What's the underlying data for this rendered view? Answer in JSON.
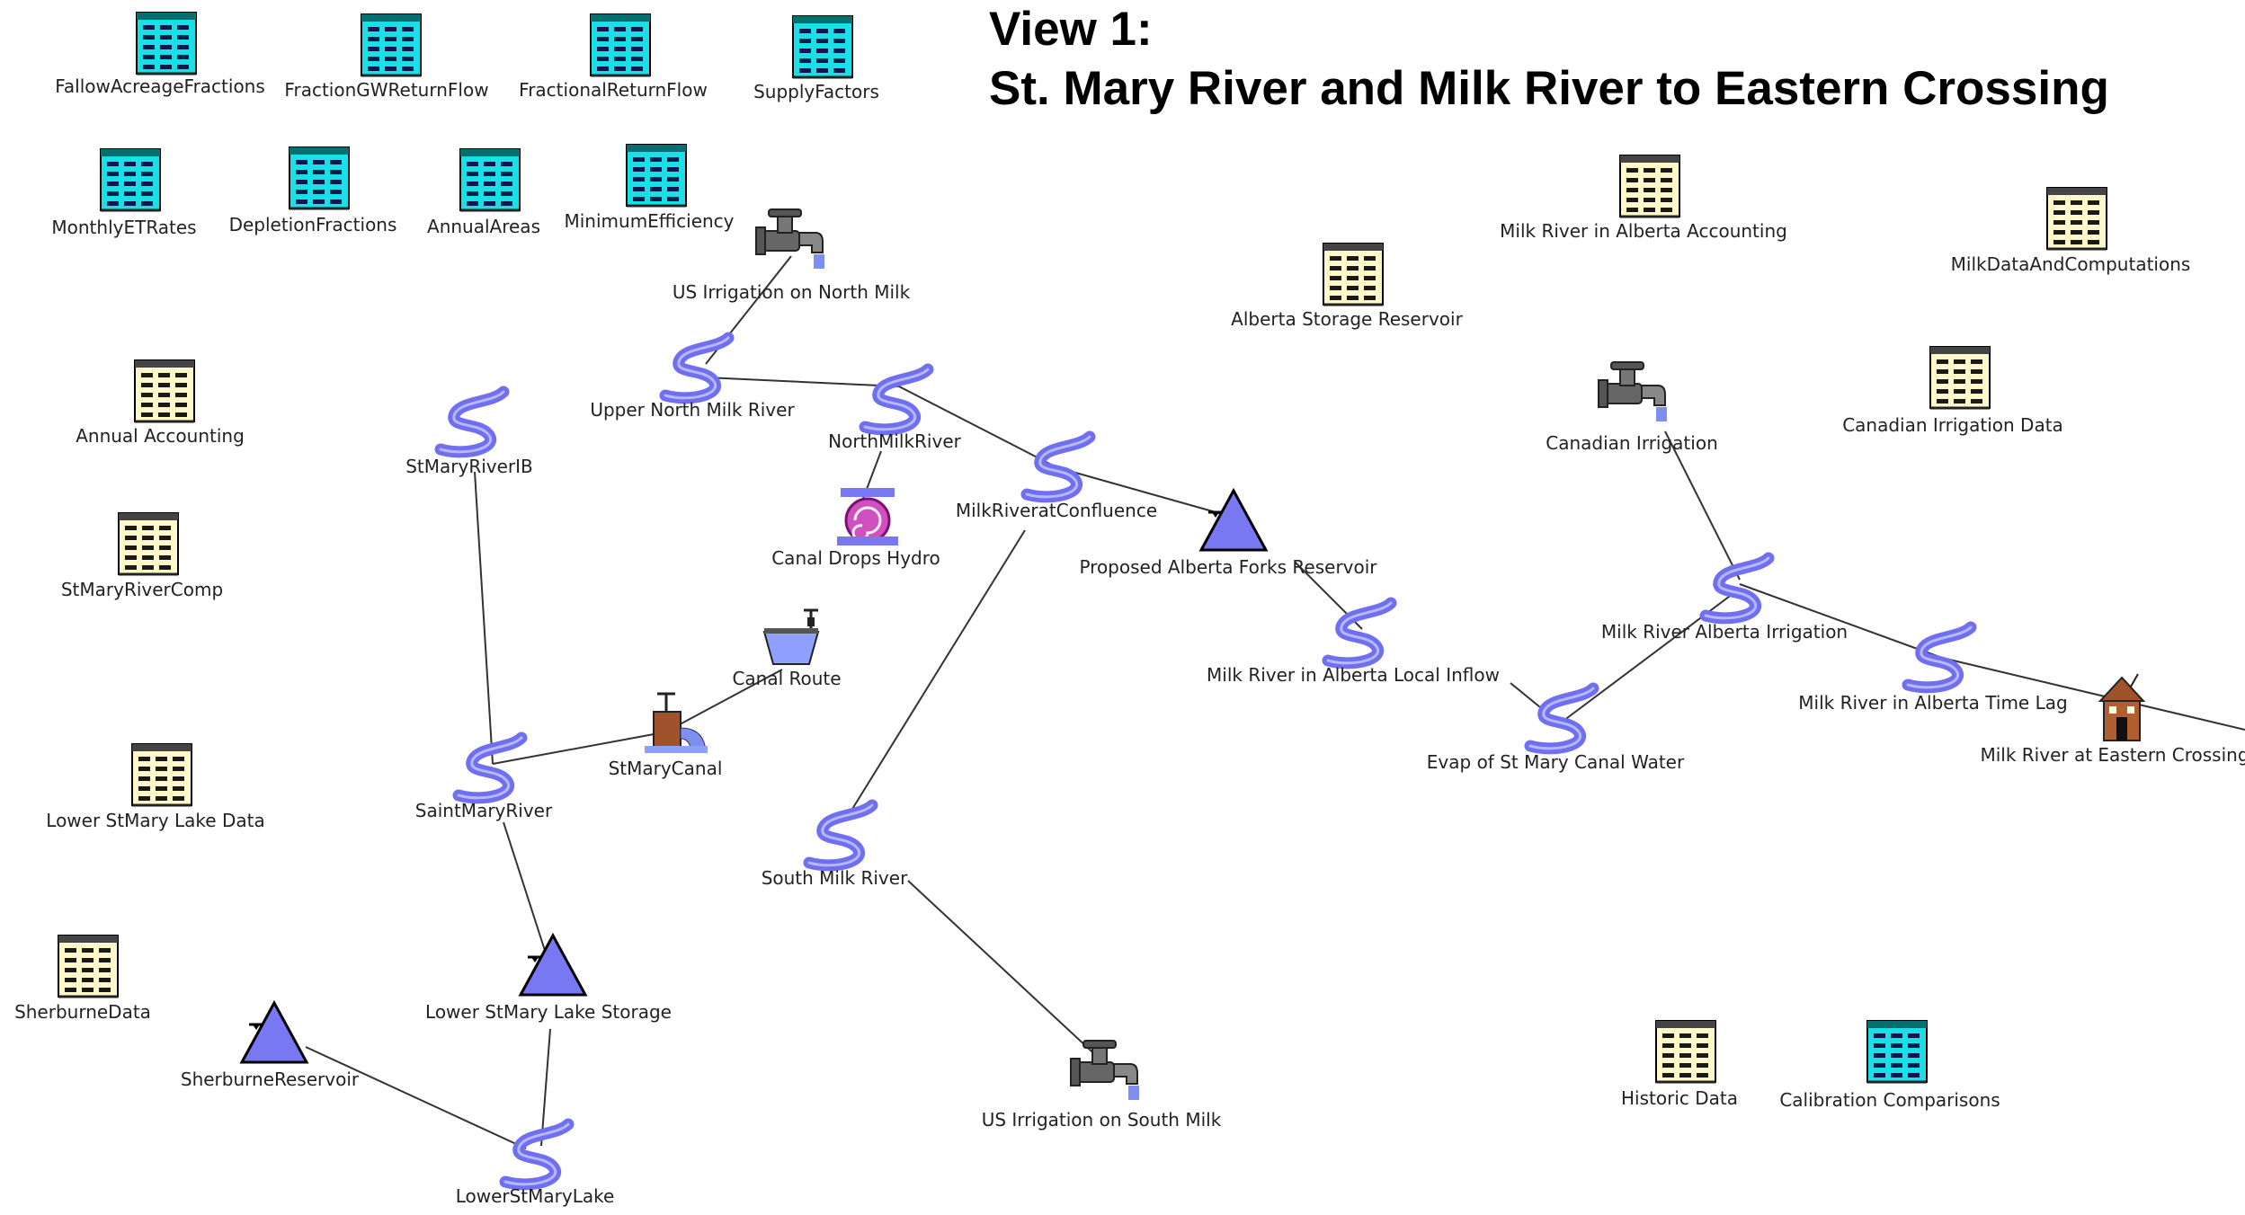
{
  "view": {
    "line1": "View 1:",
    "line2": "St. Mary River and Milk River to Eastern Crossing"
  },
  "colors": {
    "data_cyan": "#18e0e6",
    "data_yellow": "#fff8c8",
    "reach_blue": "#6f6ff0",
    "reservoir_blue": "#7878f2",
    "hydro_pink": "#d050c0",
    "gauge_brown": "#a0522d"
  },
  "nodes": {
    "fallow_acreage_fractions": {
      "label": "FallowAcreageFractions",
      "icon": "data-table-icon-cyan"
    },
    "fraction_gw_return_flow": {
      "label": "FractionGWReturnFlow",
      "icon": "data-table-icon-cyan"
    },
    "fractional_return_flow": {
      "label": "FractionalReturnFlow",
      "icon": "data-table-icon-cyan"
    },
    "supply_factors": {
      "label": "SupplyFactors",
      "icon": "data-table-icon-cyan"
    },
    "monthly_et_rates": {
      "label": "MonthlyETRates",
      "icon": "data-table-icon-cyan"
    },
    "depletion_fractions": {
      "label": "DepletionFractions",
      "icon": "data-table-icon-cyan"
    },
    "annual_areas": {
      "label": "AnnualAreas",
      "icon": "data-table-icon-cyan"
    },
    "minimum_efficiency": {
      "label": "MinimumEfficiency",
      "icon": "data-table-icon-cyan"
    },
    "us_irrigation_north_milk": {
      "label": "US Irrigation on North Milk",
      "icon": "faucet-icon"
    },
    "annual_accounting": {
      "label": "Annual Accounting",
      "icon": "data-table-icon-yellow"
    },
    "upper_north_milk_river": {
      "label": "Upper North Milk River",
      "icon": "river-reach-icon"
    },
    "north_milk_river": {
      "label": "NorthMilkRiver",
      "icon": "river-reach-icon"
    },
    "st_mary_river_ib": {
      "label": "StMaryRiverIB",
      "icon": "river-reach-icon"
    },
    "milk_river_at_confluence": {
      "label": "MilkRiveratConfluence",
      "icon": "river-reach-icon"
    },
    "canal_drops_hydro": {
      "label": "Canal Drops Hydro",
      "icon": "hydro-turbine-icon"
    },
    "st_mary_river_comp": {
      "label": "StMaryRiverComp",
      "icon": "data-table-icon-yellow"
    },
    "alberta_storage_reservoir": {
      "label": "Alberta Storage Reservoir",
      "icon": "data-table-icon-yellow"
    },
    "milk_river_alberta_accounting": {
      "label": "Milk River in Alberta Accounting",
      "icon": "data-table-icon-yellow"
    },
    "milk_data_and_computations": {
      "label": "MilkDataAndComputations",
      "icon": "data-table-icon-yellow"
    },
    "canadian_irrigation": {
      "label": "Canadian Irrigation",
      "icon": "faucet-icon"
    },
    "canadian_irrigation_data": {
      "label": "Canadian Irrigation Data",
      "icon": "data-table-icon-yellow"
    },
    "proposed_alberta_forks_reservoir": {
      "label": "Proposed Alberta Forks Reservoir",
      "icon": "reservoir-icon"
    },
    "canal_route": {
      "label": "Canal Route",
      "icon": "canal-icon"
    },
    "milk_river_alberta_local_inflow": {
      "label": "Milk River in Alberta Local Inflow",
      "icon": "river-reach-icon"
    },
    "milk_river_alberta_irrigation": {
      "label": "Milk River Alberta Irrigation",
      "icon": "river-reach-icon"
    },
    "milk_river_alberta_time_lag": {
      "label": "Milk River in Alberta Time Lag",
      "icon": "river-reach-icon"
    },
    "milk_river_eastern_crossing": {
      "label": "Milk River at Eastern Crossing",
      "icon": "gauge-house-icon"
    },
    "evap_st_mary_canal_water": {
      "label": "Evap of St Mary Canal Water",
      "icon": "river-reach-icon"
    },
    "st_mary_canal": {
      "label": "StMaryCanal",
      "icon": "diversion-icon"
    },
    "saint_mary_river": {
      "label": "SaintMaryRiver",
      "icon": "river-reach-icon"
    },
    "lower_stmary_lake_data": {
      "label": "Lower StMary Lake Data",
      "icon": "data-table-icon-yellow"
    },
    "south_milk_river": {
      "label": "South Milk River",
      "icon": "river-reach-icon"
    },
    "sherburne_data": {
      "label": "SherburneData",
      "icon": "data-table-icon-yellow"
    },
    "lower_stmary_lake_storage": {
      "label": "Lower StMary Lake Storage",
      "icon": "reservoir-icon"
    },
    "sherburne_reservoir": {
      "label": "SherburneReservoir",
      "icon": "reservoir-icon"
    },
    "us_irrigation_south_milk": {
      "label": "US Irrigation on South Milk",
      "icon": "faucet-icon"
    },
    "historic_data": {
      "label": "Historic Data",
      "icon": "data-table-icon-yellow"
    },
    "calibration_comparisons": {
      "label": "Calibration Comparisons",
      "icon": "data-table-icon-cyan"
    },
    "lower_st_mary_lake": {
      "label": "LowerStMaryLake",
      "icon": "river-reach-icon"
    }
  }
}
